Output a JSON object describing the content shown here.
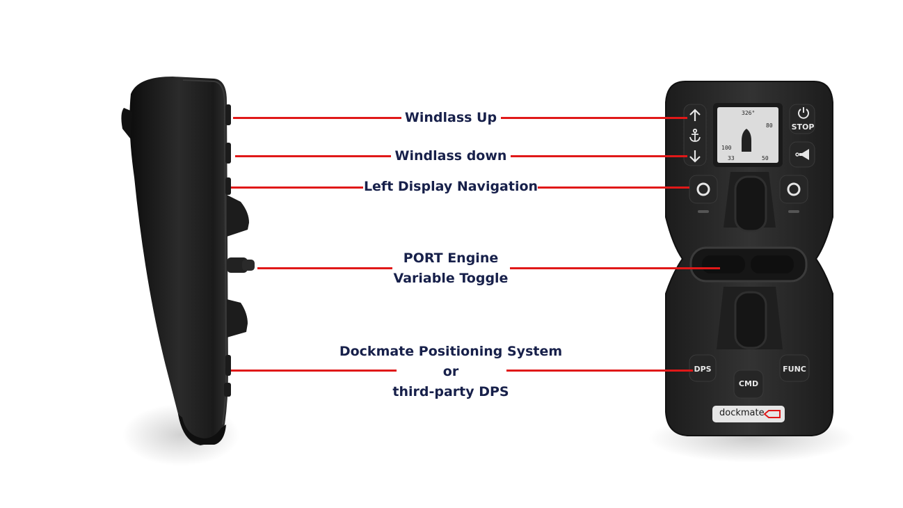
{
  "callouts": {
    "windlass_up": "Windlass Up",
    "windlass_down": "Windlass down",
    "left_display_nav": "Left Display Navigation",
    "port_engine_line1": "PORT Engine",
    "port_engine_line2": "Variable Toggle",
    "dps_line1": "Dockmate Positioning System",
    "dps_line2": "or",
    "dps_line3": "third-party DPS"
  },
  "remote_buttons": {
    "stop": "STOP",
    "dps": "DPS",
    "cmd": "CMD",
    "func": "FUNC"
  },
  "screen": {
    "heading": "326°",
    "top_right_value": "80",
    "left_value": "100",
    "bottom_left_value": "33",
    "bottom_right_value": "50"
  },
  "brand": "dockmate",
  "colors": {
    "label_text": "#17204a",
    "callout_line": "#e01818",
    "remote_body": "#2a2a2a",
    "background": "#ffffff"
  },
  "icons": [
    "up-arrow-icon",
    "anchor-icon",
    "down-arrow-icon",
    "power-icon",
    "horn-icon",
    "ring-button-icon"
  ]
}
